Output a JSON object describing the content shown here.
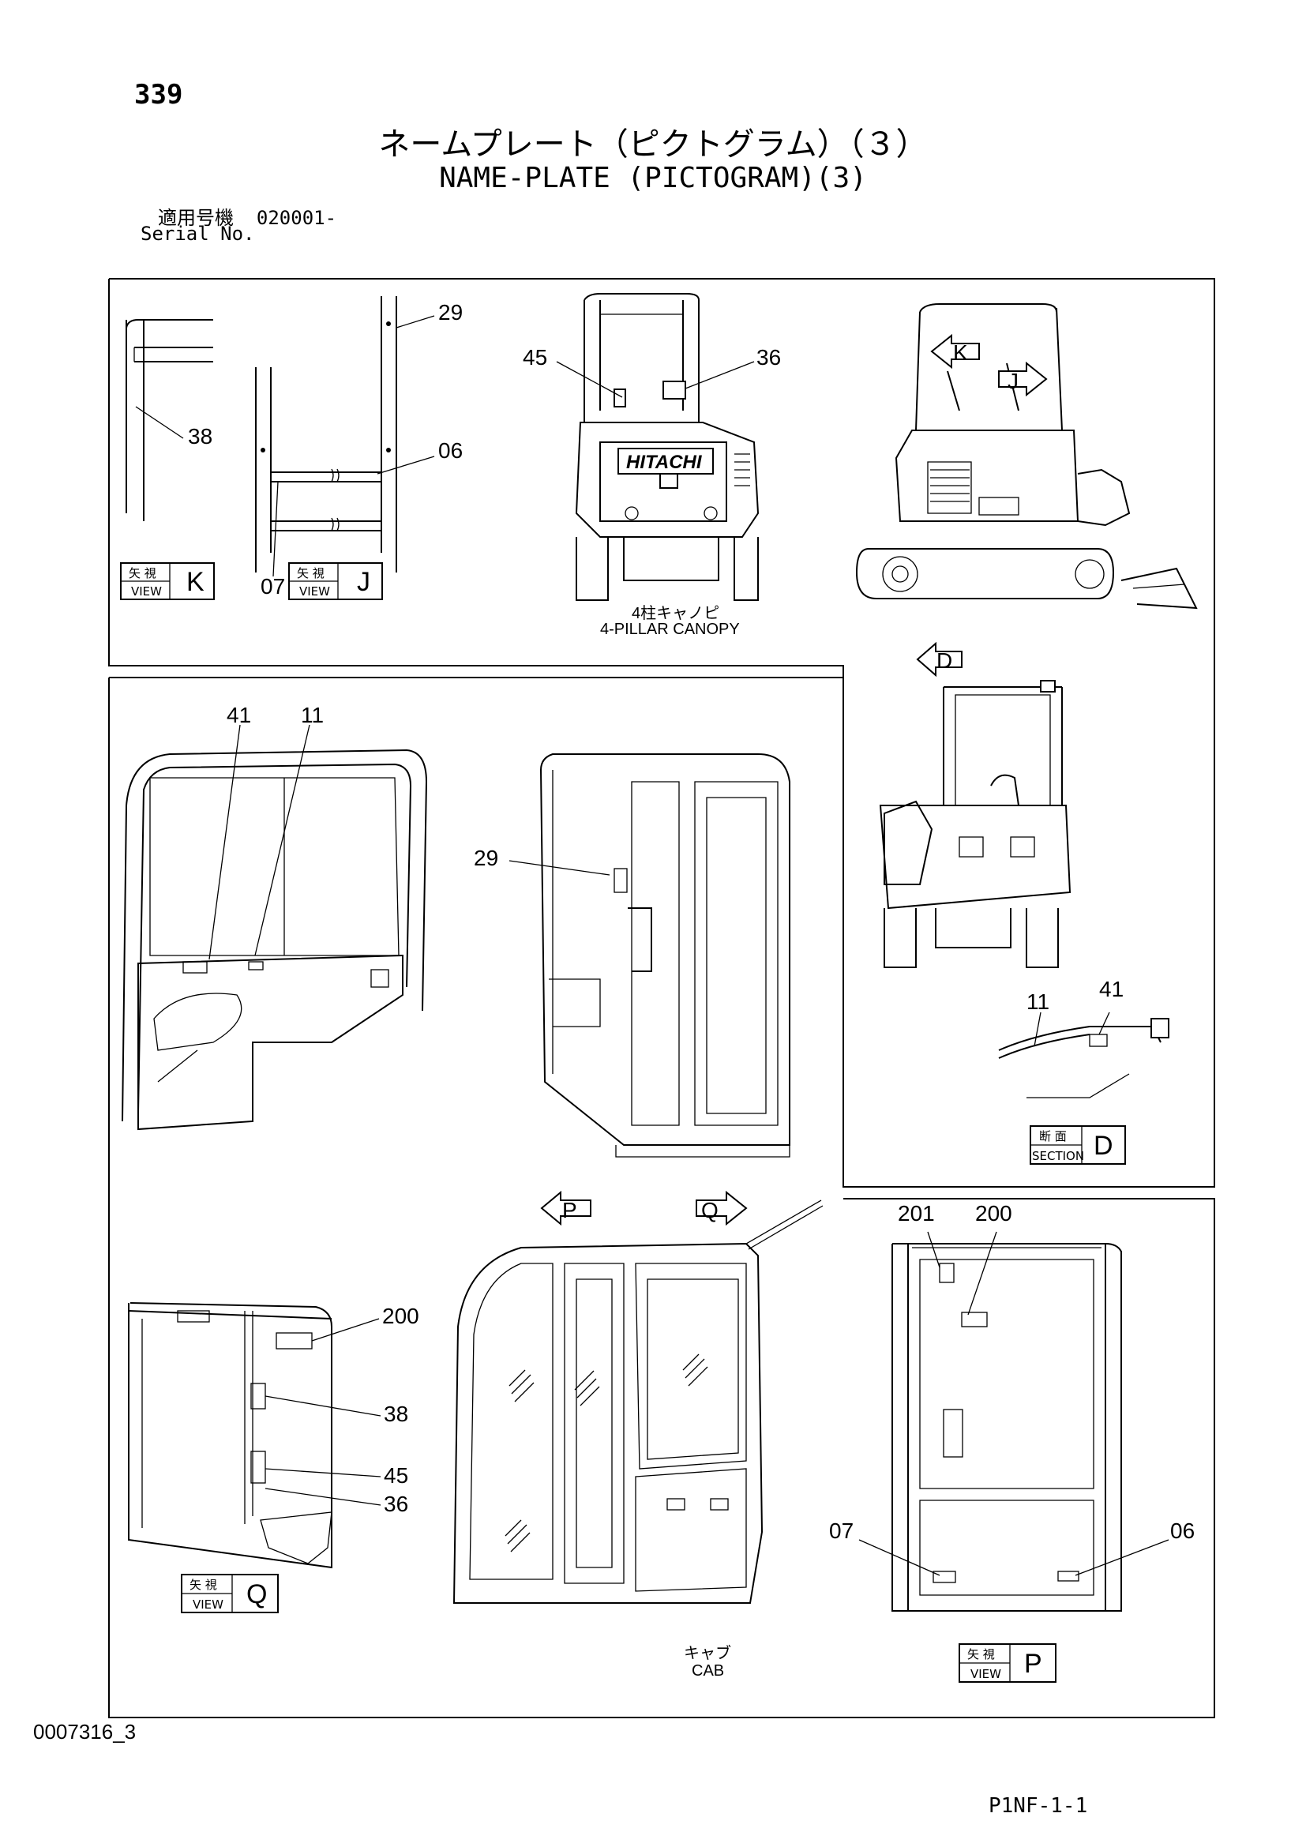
{
  "page_number": "339",
  "title_jp": "ネームプレート（ピクトグラム）（３）",
  "title_en": "NAME-PLATE (PICTOGRAM)(3)",
  "serial": {
    "label_jp": "適用号機",
    "value": "020001-",
    "label_en": "Serial No."
  },
  "callouts": {
    "k_38": "38",
    "j_29": "29",
    "j_06": "06",
    "j_07": "07",
    "canopy_45": "45",
    "canopy_36": "36",
    "cab_side_41": "41",
    "cab_side_11": "11",
    "cab_rear_29": "29",
    "section_11": "11",
    "section_41": "41",
    "q_200": "200",
    "q_38": "38",
    "q_45": "45",
    "q_36": "36",
    "p_201": "201",
    "p_200": "200",
    "p_07": "07",
    "p_06": "06"
  },
  "view_boxes": {
    "k": {
      "jp": "矢 視",
      "en": "VIEW",
      "letter": "K"
    },
    "j": {
      "jp": "矢 視",
      "en": "VIEW",
      "letter": "J"
    },
    "d": {
      "jp": "断 面",
      "en": "SECTION",
      "letter": "D"
    },
    "q": {
      "jp": "矢 視",
      "en": "VIEW",
      "letter": "Q"
    },
    "p": {
      "jp": "矢 視",
      "en": "VIEW",
      "letter": "P"
    }
  },
  "arrow_markers": {
    "k": "K",
    "j": "J",
    "d": "D",
    "p": "P",
    "q": "Q"
  },
  "captions": {
    "canopy_jp": "4柱キャノピ",
    "canopy_en": "4-PILLAR CANOPY",
    "cab_jp": "キャブ",
    "cab_en": "CAB",
    "brand": "HITACHI"
  },
  "footer": {
    "doc_id": "0007316_3",
    "page_code": "P1NF-1-1"
  }
}
